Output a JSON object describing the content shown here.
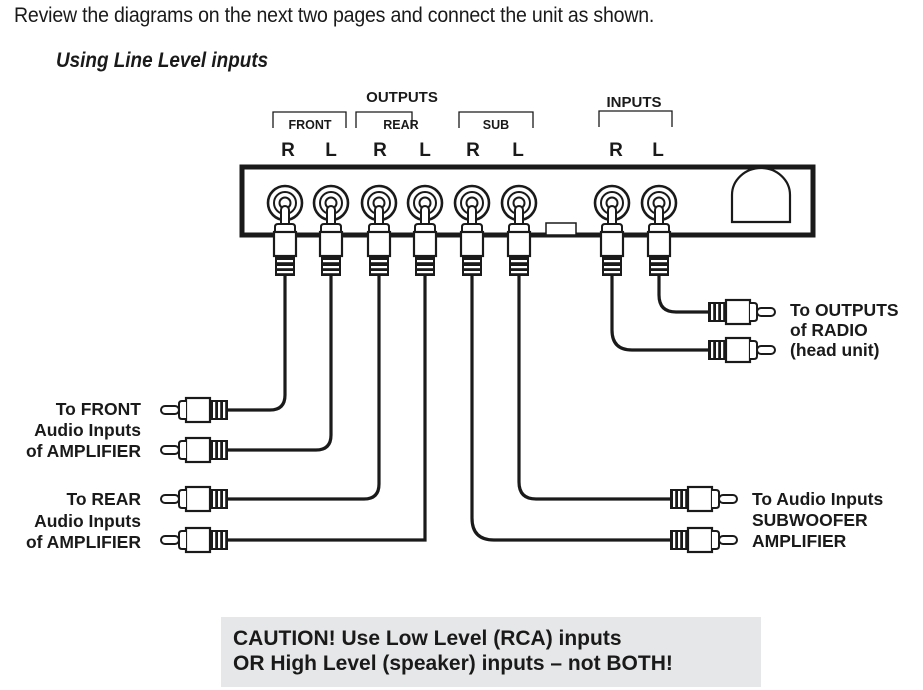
{
  "intro_text": "Review the diagrams on the next two pages and connect the unit as shown.",
  "section_title": "Using Line Level inputs",
  "unit": {
    "outputs_label": "OUTPUTS",
    "inputs_label": "INPUTS",
    "output_groups": [
      {
        "label": "FRONT",
        "channels": [
          "R",
          "L"
        ]
      },
      {
        "label": "REAR",
        "channels": [
          "R",
          "L"
        ]
      },
      {
        "label": "SUB",
        "channels": [
          "R",
          "L"
        ]
      }
    ],
    "input_group": {
      "channels": [
        "R",
        "L"
      ]
    }
  },
  "connections": {
    "radio": [
      "To OUTPUTS",
      "of RADIO",
      "(head unit)"
    ],
    "front": [
      "To FRONT",
      "Audio Inputs",
      "of AMPLIFIER"
    ],
    "rear": [
      "To REAR",
      "Audio Inputs",
      "of AMPLIFIER"
    ],
    "sub": [
      "To Audio Inputs",
      "SUBWOOFER",
      "AMPLIFIER"
    ]
  },
  "caution": {
    "line1": "CAUTION! Use Low Level (RCA) inputs",
    "line2": "OR High Level (speaker) inputs – not BOTH!"
  },
  "colors": {
    "ink": "#1a1a1a",
    "caution_bg": "#e6e7e8"
  }
}
